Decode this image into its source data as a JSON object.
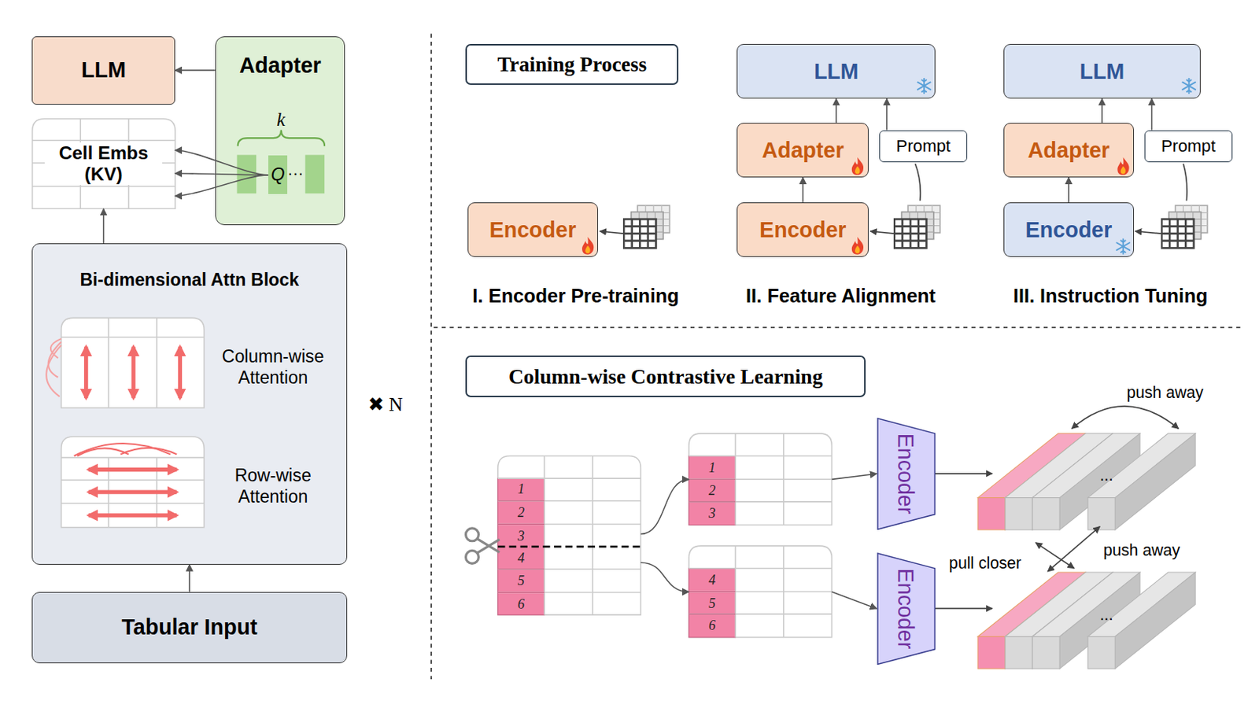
{
  "diagram": {
    "nodes": [
      {
        "text": [
          "LLM"
        ]
      },
      {
        "text": [
          "Adapter"
        ]
      },
      {
        "text": [
          "Q"
        ],
        "in": 1
      },
      {
        "text": [
          "Cell Embs (KV)"
        ]
      },
      {
        "text": [
          "Bi-dimensional Attn Block"
        ]
      },
      {
        "text": [
          "Tabular Input"
        ]
      },
      {
        "text": [
          "Training Process"
        ]
      },
      {
        "text": [
          "Encoder"
        ]
      },
      {
        "text": [
          "LLM"
        ]
      },
      {
        "text": [
          "Adapter"
        ]
      },
      {
        "text": [
          "Prompt"
        ]
      },
      {
        "text": [
          "Encoder"
        ]
      },
      {
        "text": [
          "LLM"
        ]
      },
      {
        "text": [
          "Adapter"
        ]
      },
      {
        "text": [
          "Prompt"
        ]
      },
      {
        "text": [
          "Encoder"
        ]
      },
      {
        "text": [
          "Column-wise Contrastive Learning"
        ]
      },
      {
        "text": [
          "1",
          "2",
          "3",
          "4",
          "5",
          "6"
        ]
      },
      {
        "text": [
          "1",
          "2",
          "3"
        ]
      },
      {
        "text": [
          "4",
          "5",
          "6"
        ]
      },
      {
        "text": [
          "Encoder"
        ]
      },
      {
        "text": [
          "Encoder"
        ]
      }
    ],
    "edges": [
      {
        "from": 1,
        "to": 0,
        "arrow": "to"
      },
      {
        "from": 2,
        "to": 3,
        "arrow": "to"
      },
      {
        "from": 2,
        "to": 3,
        "arrow": "to"
      },
      {
        "from": 2,
        "to": 3,
        "arrow": "to"
      },
      {
        "from": 4,
        "to": 3,
        "arrow": "to"
      },
      {
        "from": 5,
        "to": 4,
        "arrow": "to"
      },
      {
        "from": 11,
        "to": 9,
        "arrow": "to"
      },
      {
        "from": 9,
        "to": 8,
        "arrow": "to"
      },
      {
        "from": 10,
        "to": 8,
        "arrow": "to"
      },
      {
        "from": 15,
        "to": 13,
        "arrow": "to"
      },
      {
        "from": 13,
        "to": 12,
        "arrow": "to"
      },
      {
        "from": 14,
        "to": 12,
        "arrow": "to"
      },
      {
        "from": 17,
        "to": 18,
        "arrow": "to"
      },
      {
        "from": 17,
        "to": 19,
        "arrow": "to"
      },
      {
        "from": 18,
        "to": 20,
        "arrow": "to"
      },
      {
        "from": 19,
        "to": 21,
        "arrow": "to"
      }
    ],
    "labels": [
      "k",
      "···",
      "Column-wise Attention",
      "Row-wise Attention",
      "✖ N",
      "I. Encoder Pre-training",
      "II. Feature Alignment",
      "III. Instruction Tuning",
      "push away",
      "pull closer",
      "push away",
      "...",
      "..."
    ]
  }
}
